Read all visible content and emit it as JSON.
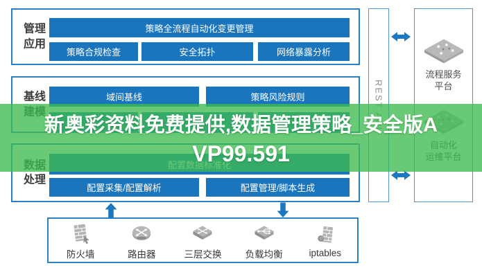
{
  "banner": {
    "line1": "新奥彩资料免费提供,数据管理策略_安全版A",
    "line2": "VP99.591"
  },
  "sections": {
    "management": {
      "label_line1": "管理",
      "label_line2": "应用",
      "bar": "策略全流程自动化变更管理",
      "items": [
        "策略合规检查",
        "安全拓扑",
        "网络暴露分析"
      ]
    },
    "baseline": {
      "label_line1": "基线",
      "label_line2": "建模",
      "row1": [
        "域间基线",
        "策略风险规则"
      ]
    },
    "data": {
      "label_line1": "数据",
      "label_line2": "处理",
      "bar": "配置数据标准化",
      "items": [
        "配置采集/配置解析",
        "配置管理/脚本生成"
      ]
    }
  },
  "middleware": {
    "rest_label": "REST API"
  },
  "platforms": [
    {
      "line1": "流程服务",
      "line2": "平台"
    },
    {
      "line1": "自动化",
      "line2": "运维平台"
    }
  ],
  "devices": [
    {
      "label": "防火墙"
    },
    {
      "label": "路由器"
    },
    {
      "label": "三层交换"
    },
    {
      "label": "负载均衡"
    },
    {
      "label": "iptables"
    }
  ],
  "colors": {
    "box_blue": "#1a75bd",
    "border_blue": "#2b7fc3",
    "overlay_green": "#3eba50",
    "arrow_blue": "#1a77c0",
    "icon_gray": "#b4b4b4"
  }
}
